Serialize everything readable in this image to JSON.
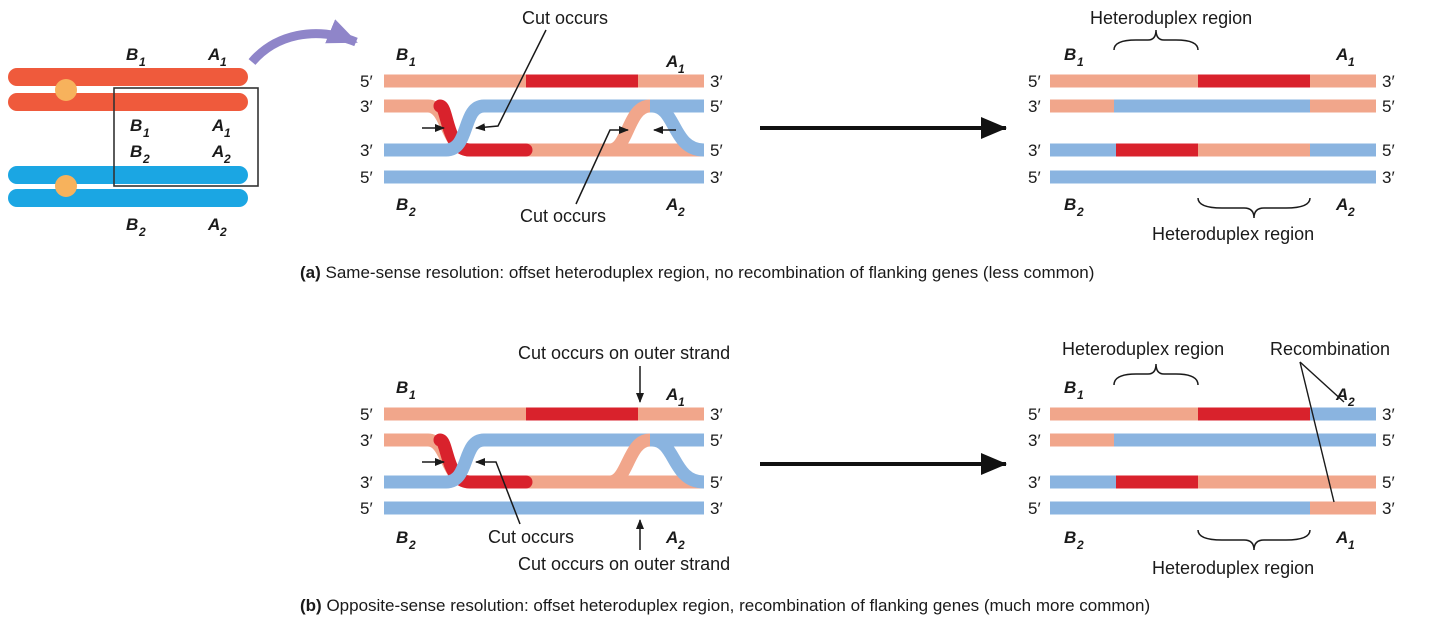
{
  "colors": {
    "red_dark": "#d9222c",
    "red_light": "#f1a68b",
    "blue": "#8ab4e0",
    "chromosome_red": "#ef5a3c",
    "chromosome_blue": "#1ba6e3",
    "centromere": "#f7b25c",
    "arrow_purple": "#8f85c9"
  },
  "labels": {
    "cut_occurs": "Cut occurs",
    "cut_outer": "Cut occurs on outer strand",
    "heteroduplex": "Heteroduplex region",
    "recombination": "Recombination",
    "five_prime": "5′",
    "three_prime": "3′"
  },
  "genes": {
    "B": "B",
    "A": "A",
    "sub1": "1",
    "sub2": "2"
  },
  "captions": {
    "a_letter": "(a)",
    "a_text": " Same-sense resolution: offset heteroduplex region, no recombination of flanking genes (less common)",
    "b_letter": "(b)",
    "b_text": " Opposite-sense resolution: offset heteroduplex region, recombination of flanking genes (much more common)"
  }
}
